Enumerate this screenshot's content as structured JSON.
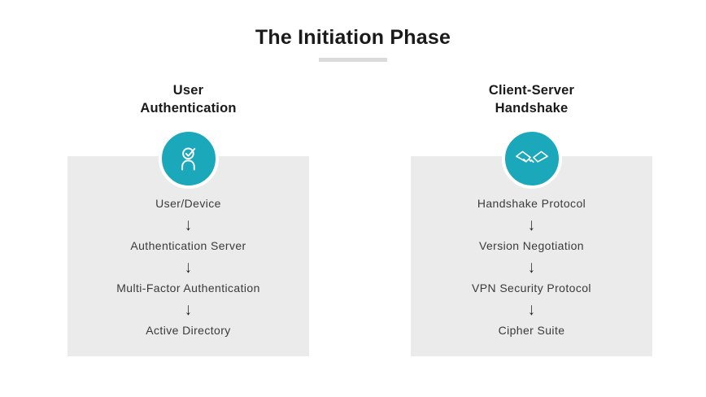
{
  "title": "The Initiation Phase",
  "arrow_glyph": "↓",
  "colors": {
    "accent": "#1BA8BA",
    "panelBg": "#EBEBEB",
    "underline": "#DBDBDB",
    "titleText": "#1A1A1A",
    "stepText": "#3A3A3A"
  },
  "columns": [
    {
      "header_line1": "User",
      "header_line2": "Authentication",
      "icon": "user-check-icon",
      "steps": [
        "User/Device",
        "Authentication Server",
        "Multi-Factor Authentication",
        "Active Directory"
      ]
    },
    {
      "header_line1": "Client-Server",
      "header_line2": "Handshake",
      "icon": "handshake-icon",
      "steps": [
        "Handshake Protocol",
        "Version Negotiation",
        "VPN Security Protocol",
        "Cipher Suite"
      ]
    }
  ]
}
